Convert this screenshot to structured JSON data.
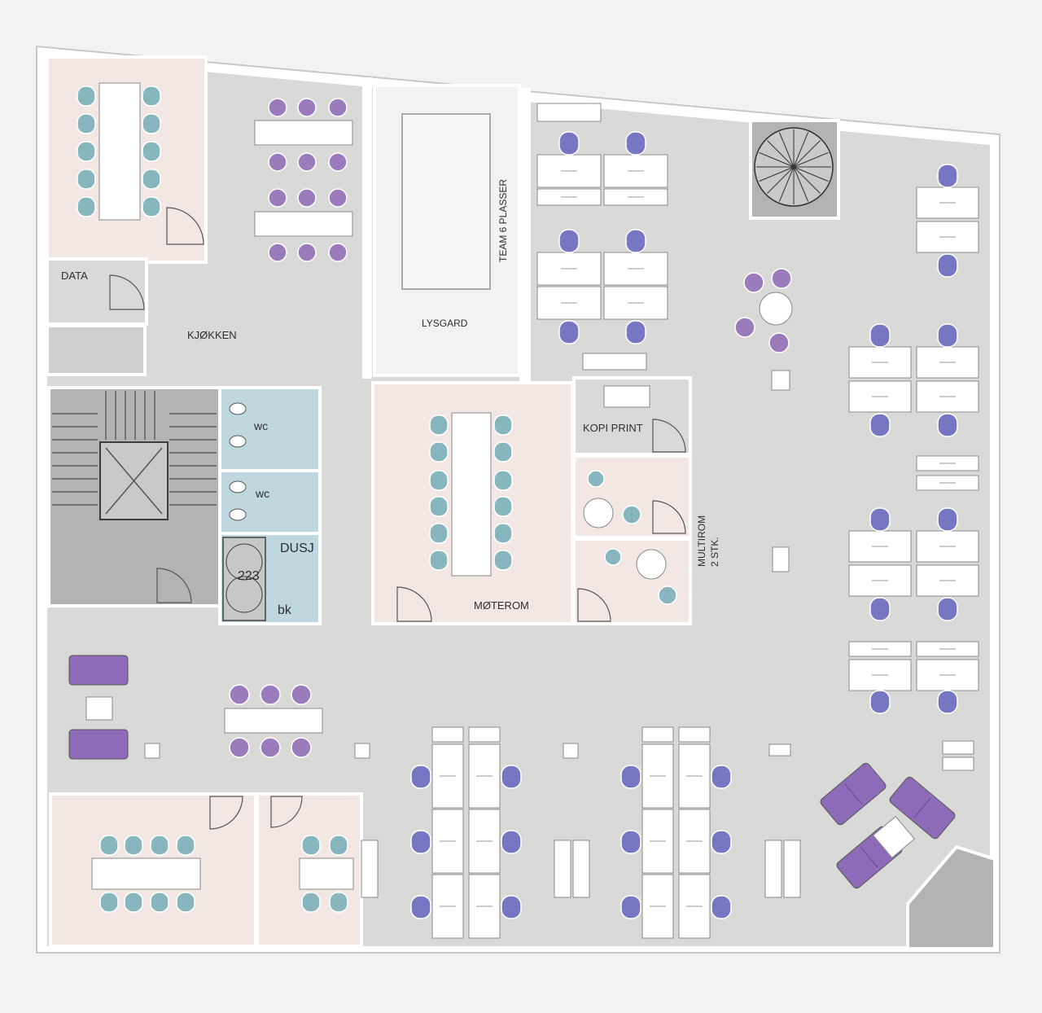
{
  "plan_title": "",
  "colors": {
    "background": "#f2f2f2",
    "floor": "#d9d9d7",
    "wall": "#ffffff",
    "meeting_room": "#f2e7e2",
    "wc": "#bfd7de",
    "stair": "#b3b3b1",
    "chair_teal": "#87b6be",
    "chair_purple": "#9a7cbd",
    "chair_blue": "#7776c3",
    "sofa": "#8e6bb9"
  },
  "labels": {
    "data": "DATA",
    "kitchen": "KJØKKEN",
    "lightwell": "LYSGARD",
    "team": "TEAM  6 PLASSER",
    "copy_print": "KOPI PRINT",
    "wc1": "wc",
    "wc2": "wc",
    "shower": "DUSJ",
    "room_number": "223",
    "bk": "bk",
    "meeting_room": "MØTEROM",
    "multiroom_1": "MULTIROM",
    "multiroom_2": "2 STK."
  },
  "icons": [
    "stair-icon",
    "spiral-stair-icon",
    "elevator-icon",
    "toilet-icon",
    "shower-icon",
    "door-swing-icon",
    "sofa-icon"
  ]
}
